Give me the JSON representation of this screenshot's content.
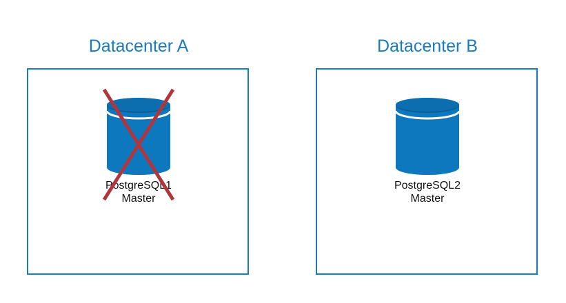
{
  "colors": {
    "accent": "#1a7bbd",
    "db_fill": "#0d78bd",
    "db_top": "#0a5d97",
    "cross": "#b0363e"
  },
  "datacenters": [
    {
      "title": "Datacenter A",
      "node": {
        "name": "PostgreSQL1",
        "role": "Master",
        "status": "failed",
        "icon": "database-icon"
      }
    },
    {
      "title": "Datacenter B",
      "node": {
        "name": "PostgreSQL2",
        "role": "Master",
        "status": "active",
        "icon": "database-icon"
      }
    }
  ]
}
